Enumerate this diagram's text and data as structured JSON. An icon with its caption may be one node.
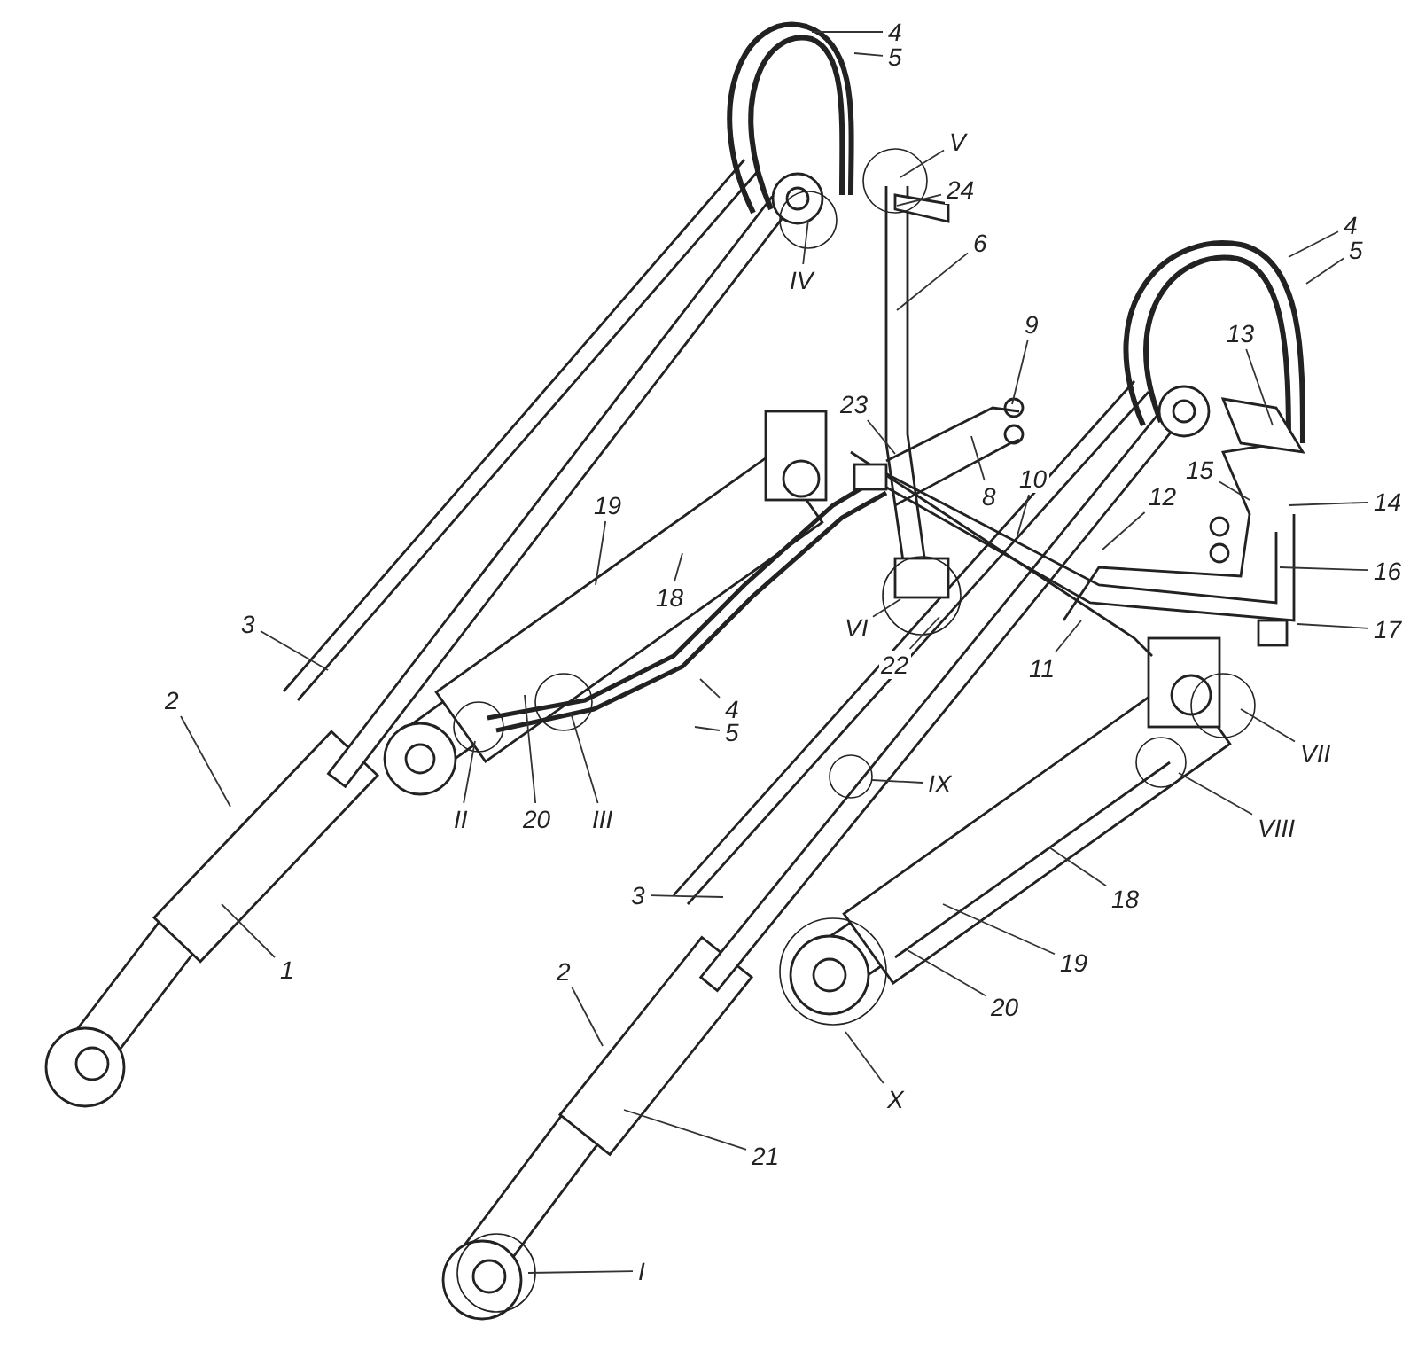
{
  "diagram": {
    "nodes": [
      {
        "text": [
          "4"
        ]
      },
      {
        "text": [
          "5"
        ]
      },
      {
        "text": [
          "V"
        ]
      },
      {
        "text": [
          "24"
        ]
      },
      {
        "text": [
          "IV"
        ]
      },
      {
        "text": [
          "6"
        ]
      },
      {
        "text": [
          "9"
        ]
      },
      {
        "text": [
          "23"
        ]
      },
      {
        "text": [
          "8"
        ]
      },
      {
        "text": [
          "10"
        ]
      },
      {
        "text": [
          "12"
        ]
      },
      {
        "text": [
          "13"
        ]
      },
      {
        "text": [
          "4"
        ]
      },
      {
        "text": [
          "5"
        ]
      },
      {
        "text": [
          "15"
        ]
      },
      {
        "text": [
          "14"
        ]
      },
      {
        "text": [
          "16"
        ]
      },
      {
        "text": [
          "17"
        ]
      },
      {
        "text": [
          "19"
        ]
      },
      {
        "text": [
          "18"
        ]
      },
      {
        "text": [
          "4"
        ]
      },
      {
        "text": [
          "5"
        ]
      },
      {
        "text": [
          "VI"
        ]
      },
      {
        "text": [
          "22"
        ]
      },
      {
        "text": [
          "11"
        ]
      },
      {
        "text": [
          "3"
        ]
      },
      {
        "text": [
          "2"
        ]
      },
      {
        "text": [
          "1"
        ]
      },
      {
        "text": [
          "II"
        ]
      },
      {
        "text": [
          "20"
        ]
      },
      {
        "text": [
          "III"
        ]
      },
      {
        "text": [
          "IX"
        ]
      },
      {
        "text": [
          "VII"
        ]
      },
      {
        "text": [
          "VIII"
        ]
      },
      {
        "text": [
          "3"
        ]
      },
      {
        "text": [
          "18"
        ]
      },
      {
        "text": [
          "19"
        ]
      },
      {
        "text": [
          "20"
        ]
      },
      {
        "text": [
          "2"
        ]
      },
      {
        "text": [
          "X"
        ]
      },
      {
        "text": [
          "21"
        ]
      },
      {
        "text": [
          "I"
        ]
      }
    ],
    "edges": [
      {
        "from": 0,
        "to": null,
        "arrow": "none"
      },
      {
        "from": 1,
        "to": null,
        "arrow": "none"
      },
      {
        "from": 2,
        "to": null,
        "arrow": "none"
      },
      {
        "from": 3,
        "to": null,
        "arrow": "none"
      },
      {
        "from": 4,
        "to": null,
        "arrow": "none"
      },
      {
        "from": 5,
        "to": null,
        "arrow": "none"
      },
      {
        "from": 6,
        "to": null,
        "arrow": "none"
      },
      {
        "from": 7,
        "to": null,
        "arrow": "none"
      },
      {
        "from": 8,
        "to": null,
        "arrow": "none"
      },
      {
        "from": 9,
        "to": null,
        "arrow": "none"
      },
      {
        "from": 10,
        "to": null,
        "arrow": "none"
      },
      {
        "from": 11,
        "to": null,
        "arrow": "none"
      },
      {
        "from": 12,
        "to": null,
        "arrow": "none"
      },
      {
        "from": 13,
        "to": null,
        "arrow": "none"
      },
      {
        "from": 14,
        "to": null,
        "arrow": "none"
      },
      {
        "from": 15,
        "to": null,
        "arrow": "none"
      },
      {
        "from": 16,
        "to": null,
        "arrow": "none"
      },
      {
        "from": 17,
        "to": null,
        "arrow": "none"
      },
      {
        "from": 18,
        "to": null,
        "arrow": "none"
      },
      {
        "from": 19,
        "to": null,
        "arrow": "none"
      },
      {
        "from": 20,
        "to": null,
        "arrow": "none"
      },
      {
        "from": 21,
        "to": null,
        "arrow": "none"
      },
      {
        "from": 22,
        "to": null,
        "arrow": "none"
      },
      {
        "from": 23,
        "to": null,
        "arrow": "none"
      },
      {
        "from": 24,
        "to": null,
        "arrow": "none"
      },
      {
        "from": 25,
        "to": null,
        "arrow": "none"
      },
      {
        "from": 26,
        "to": null,
        "arrow": "none"
      },
      {
        "from": 27,
        "to": null,
        "arrow": "none"
      },
      {
        "from": 28,
        "to": null,
        "arrow": "none"
      },
      {
        "from": 29,
        "to": null,
        "arrow": "none"
      },
      {
        "from": 30,
        "to": null,
        "arrow": "none"
      },
      {
        "from": 31,
        "to": null,
        "arrow": "none"
      },
      {
        "from": 32,
        "to": null,
        "arrow": "none"
      },
      {
        "from": 33,
        "to": null,
        "arrow": "none"
      },
      {
        "from": 34,
        "to": null,
        "arrow": "none"
      },
      {
        "from": 35,
        "to": null,
        "arrow": "none"
      },
      {
        "from": 36,
        "to": null,
        "arrow": "none"
      },
      {
        "from": 37,
        "to": null,
        "arrow": "none"
      },
      {
        "from": 38,
        "to": null,
        "arrow": "none"
      },
      {
        "from": 39,
        "to": null,
        "arrow": "none"
      },
      {
        "from": 40,
        "to": null,
        "arrow": "none"
      },
      {
        "from": 41,
        "to": null,
        "arrow": "none"
      }
    ]
  }
}
